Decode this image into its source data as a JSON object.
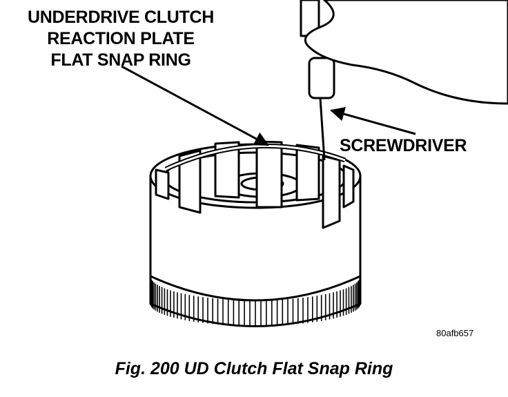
{
  "callouts": {
    "snap_ring": [
      "UNDERDRIVE CLUTCH",
      "REACTION PLATE",
      "FLAT SNAP RING"
    ],
    "screwdriver": "SCREWDRIVER"
  },
  "figure_id": "80afb657",
  "caption": "Fig. 200 UD Clutch Flat Snap Ring",
  "colors": {
    "ink": "#000000",
    "paper": "#ffffff"
  }
}
